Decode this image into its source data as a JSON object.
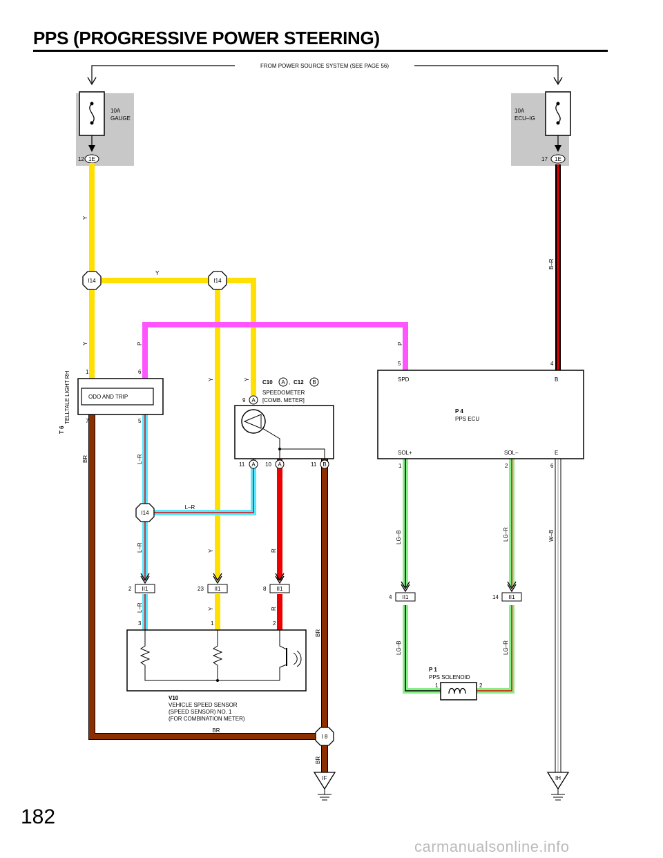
{
  "page": {
    "title": "PPS (PROGRESSIVE POWER STEERING)",
    "number": "182",
    "watermark": "carmanualsonline.info"
  },
  "colors": {
    "Y": "#ffe000",
    "P": "#ff55ff",
    "BR": "#8b2e00",
    "L": "#55e8ff",
    "R": "#ee0000",
    "LG": "#88ee88",
    "W": "#ffffff",
    "B": "#000000",
    "fuse_box": "#c8c8c8"
  },
  "source": {
    "label": "FROM POWER SOURCE SYSTEM (SEE PAGE 56)"
  },
  "fuses": [
    {
      "rating": "10A",
      "name": "GAUGE",
      "pin": "12",
      "connector": "1E"
    },
    {
      "rating": "10A",
      "name": "ECU–IG",
      "pin": "17",
      "connector": "1E"
    }
  ],
  "junctions": {
    "i14": "I14",
    "i8": "I 8"
  },
  "grounds": [
    "IF",
    "IH"
  ],
  "wire_labels": {
    "y": "Y",
    "p": "P",
    "br": "BR",
    "lr": "L–R",
    "r": "R",
    "br_r": "B–R",
    "lg_b": "LG–B",
    "lg_r": "LG–R",
    "w_b": "W–B"
  },
  "telltale": {
    "code": "T 6",
    "name": "TELLTALE LIGHT RH",
    "inner": "ODO AND TRIP",
    "pins": {
      "p1": "1",
      "p6": "6",
      "p7": "7",
      "p5": "5"
    }
  },
  "speedometer": {
    "code1": "C10",
    "conn1": "A",
    "sep": ", ",
    "code2": "C12",
    "conn2": "B",
    "line1": "SPEEDOMETER",
    "line2": "[COMB.  METER]",
    "pins": {
      "p9": "9",
      "p11a": "11",
      "p10": "10",
      "p11b": "11"
    },
    "conn_a": "A",
    "conn_b": "B"
  },
  "ecu": {
    "code": "P 4",
    "name": "PPS ECU",
    "terminals": {
      "spd": "SPD",
      "b": "B",
      "sol_plus": "SOL+",
      "sol_minus": "SOL–",
      "e": "E"
    },
    "pins": {
      "p5": "5",
      "p4": "4",
      "p1": "1",
      "p2": "2",
      "p6": "6"
    }
  },
  "ii1": {
    "name": "II1",
    "pins": {
      "a": "2",
      "b": "23",
      "c": "8",
      "d": "4",
      "e": "14"
    }
  },
  "vss": {
    "code": "V10",
    "line1": "VEHICLE SPEED SENSOR",
    "line2": "(SPEED SENSOR) NO. 1",
    "line3": "(FOR COMBINATION METER)",
    "pins": {
      "p3": "3",
      "p1": "1",
      "p2": "2"
    }
  },
  "solenoid": {
    "code": "P 1",
    "name": "PPS SOLENOID",
    "pins": {
      "p1": "1",
      "p2": "2"
    }
  }
}
